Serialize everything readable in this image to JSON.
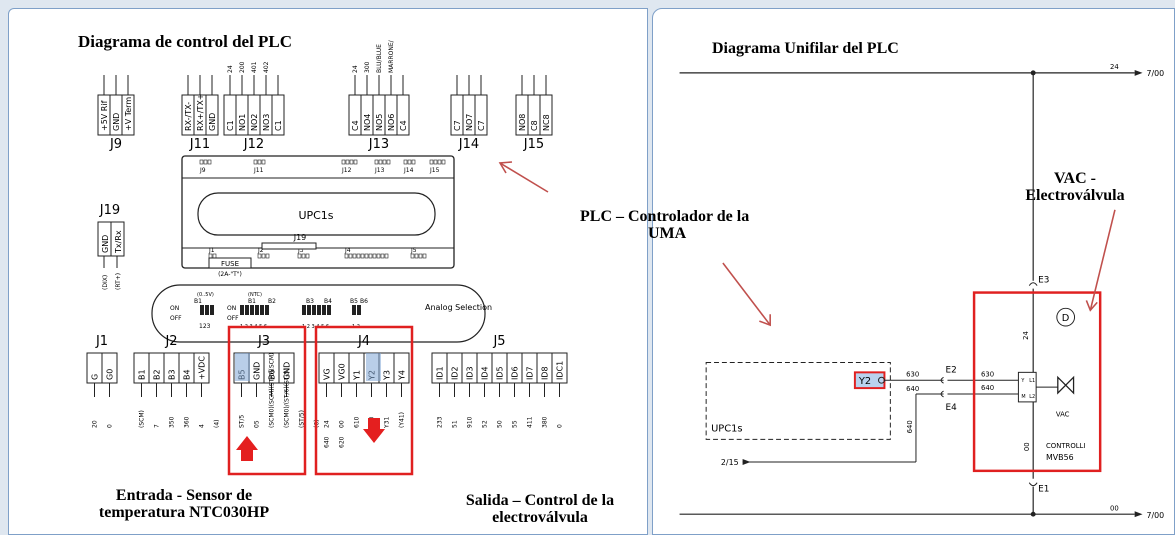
{
  "left": {
    "title": "Diagrama de control del PLC",
    "input_label_1": "Entrada - Sensor de",
    "input_label_2": "temperatura NTC030HP",
    "output_label_1": "Salida – Control de la",
    "output_label_2": "electroválvula",
    "controller_name": "UPC1s",
    "analog_selection": "Analog Selection",
    "fuse_label": "FUSE",
    "fuse_rating": "(2A-\"T\")",
    "top_connectors": [
      {
        "name": "J9",
        "pins": [
          "+5V Rif",
          "GND",
          "+V Term"
        ]
      },
      {
        "name": "J11",
        "pins": [
          "RX-/TX-",
          "RX+/TX+",
          "GND"
        ]
      },
      {
        "name": "J12",
        "pins": [
          "C1",
          "NO1",
          "NO2",
          "NO3",
          "C1"
        ],
        "top": [
          "24",
          "200",
          "401",
          "402",
          ""
        ]
      },
      {
        "name": "J13",
        "pins": [
          "C4",
          "NO4",
          "NO5",
          "NO6",
          "C4"
        ],
        "top": [
          "24",
          "300",
          "BLU/BLUE",
          "MARRONE/",
          ""
        ]
      },
      {
        "name": "J14",
        "pins": [
          "C7",
          "NO7",
          "C7"
        ]
      },
      {
        "name": "J15",
        "pins": [
          "NO8",
          "C8",
          "NC8"
        ]
      }
    ],
    "j19": {
      "name": "J19",
      "pins": [
        "GND",
        "Tx/Rx"
      ],
      "bottom": [
        "(DIX)",
        "(RT+)"
      ]
    },
    "bottom_connectors": [
      {
        "name": "J1",
        "pins": [
          "G",
          "G0"
        ],
        "bottom": [
          "20",
          "0"
        ]
      },
      {
        "name": "J2",
        "pins": [
          "B1",
          "B2",
          "B3",
          "B4",
          "+VDC"
        ],
        "bottom": [
          "(SCM)",
          "7",
          "350",
          "360",
          "4",
          "(4)"
        ]
      },
      {
        "name": "J3",
        "pins": [
          "B5",
          "GND",
          "B6",
          "GND"
        ],
        "bottom": [
          "ST/5",
          "05",
          "(SCM0)(SCM)(ST/6)(SCM)",
          "(SCM0)/(ST/6)(ST/5)",
          "(ST/5)",
          "(6)"
        ]
      },
      {
        "name": "J4",
        "pins": [
          "VG",
          "VG0",
          "Y1",
          "Y2",
          "Y3",
          "Y4"
        ],
        "bottom": [
          "24",
          "00",
          "610",
          "630",
          "Y31",
          "(Y41)"
        ],
        "bottom2": [
          "640",
          "620"
        ]
      },
      {
        "name": "J5",
        "pins": [
          "ID1",
          "ID2",
          "ID3",
          "ID4",
          "ID5",
          "ID6",
          "ID7",
          "ID8",
          "IDC1"
        ],
        "bottom": [
          "233",
          "51",
          "910",
          "52",
          "50",
          "55",
          "411",
          "380",
          "0"
        ]
      }
    ],
    "board_connectors": [
      "J9",
      "J11",
      "J12",
      "J13",
      "J14",
      "J15",
      "J1",
      "J2",
      "J3",
      "J4",
      "J5"
    ],
    "dip_labels": [
      "(0..5V)",
      "(NTC)",
      "B1",
      "B1",
      "B2",
      "B3",
      "B4",
      "B5",
      "B6",
      "ON",
      "OFF",
      "ON",
      "OFF",
      "123",
      "1 2 3 4 5 6",
      "1 2 3 4 5 6",
      "1 2"
    ]
  },
  "right": {
    "title": "Diagrama Unifilar del  PLC",
    "plc_label_1": "PLC – Controlador de la",
    "plc_label_2": "UMA",
    "vac_label_1": "VAC -",
    "vac_label_2": "Electroválvula",
    "upc_box": "UPC1s",
    "y2_tag": "Y2",
    "top_rail_num": "24",
    "top_rail_ref": "7/00",
    "bottom_rail_num": "00",
    "bottom_rail_ref": "7/00",
    "wire_630_a": "630",
    "wire_640_a": "640",
    "wire_630_b": "630",
    "wire_640_b": "640",
    "wire_640_c": "640",
    "e2": "E2",
    "e3": "E3",
    "e4": "E4",
    "e1": "E1",
    "ref_215": "2/15",
    "d_symbol": "D",
    "vac_symbol": "VAC",
    "v24": "24",
    "v00": "00",
    "controlli": "CONTROLLI",
    "mvb": "MVB56",
    "terminal_y": "Y",
    "terminal_l1": "L1",
    "terminal_m": "M",
    "terminal_l2": "L2"
  },
  "colors": {
    "highlight": "#e02020",
    "pin_highlight": "#7fa6d6",
    "arrow": "#c0504d"
  }
}
